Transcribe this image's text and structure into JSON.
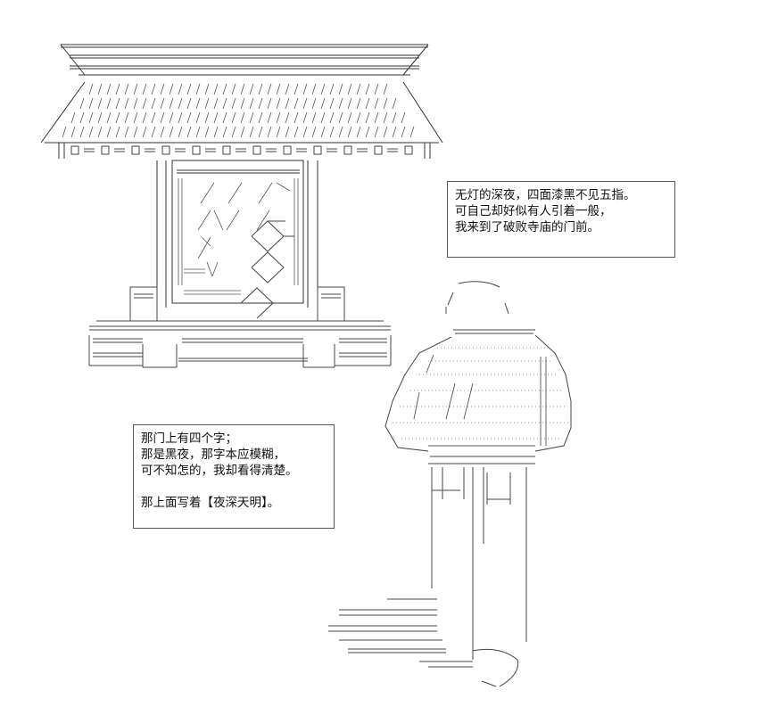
{
  "narration_top": {
    "lines": [
      "无灯的深夜，四面漆黑不见五指。",
      "可自己却好似有人引着一般，",
      "我来到了破败寺庙的门前。"
    ]
  },
  "narration_bottom": {
    "lines": [
      "那门上有四个字；",
      "那是黑夜，那字本应模糊，",
      "可不知怎的，我却看得清楚。",
      "",
      "那上面写着【夜深天明】。"
    ]
  }
}
